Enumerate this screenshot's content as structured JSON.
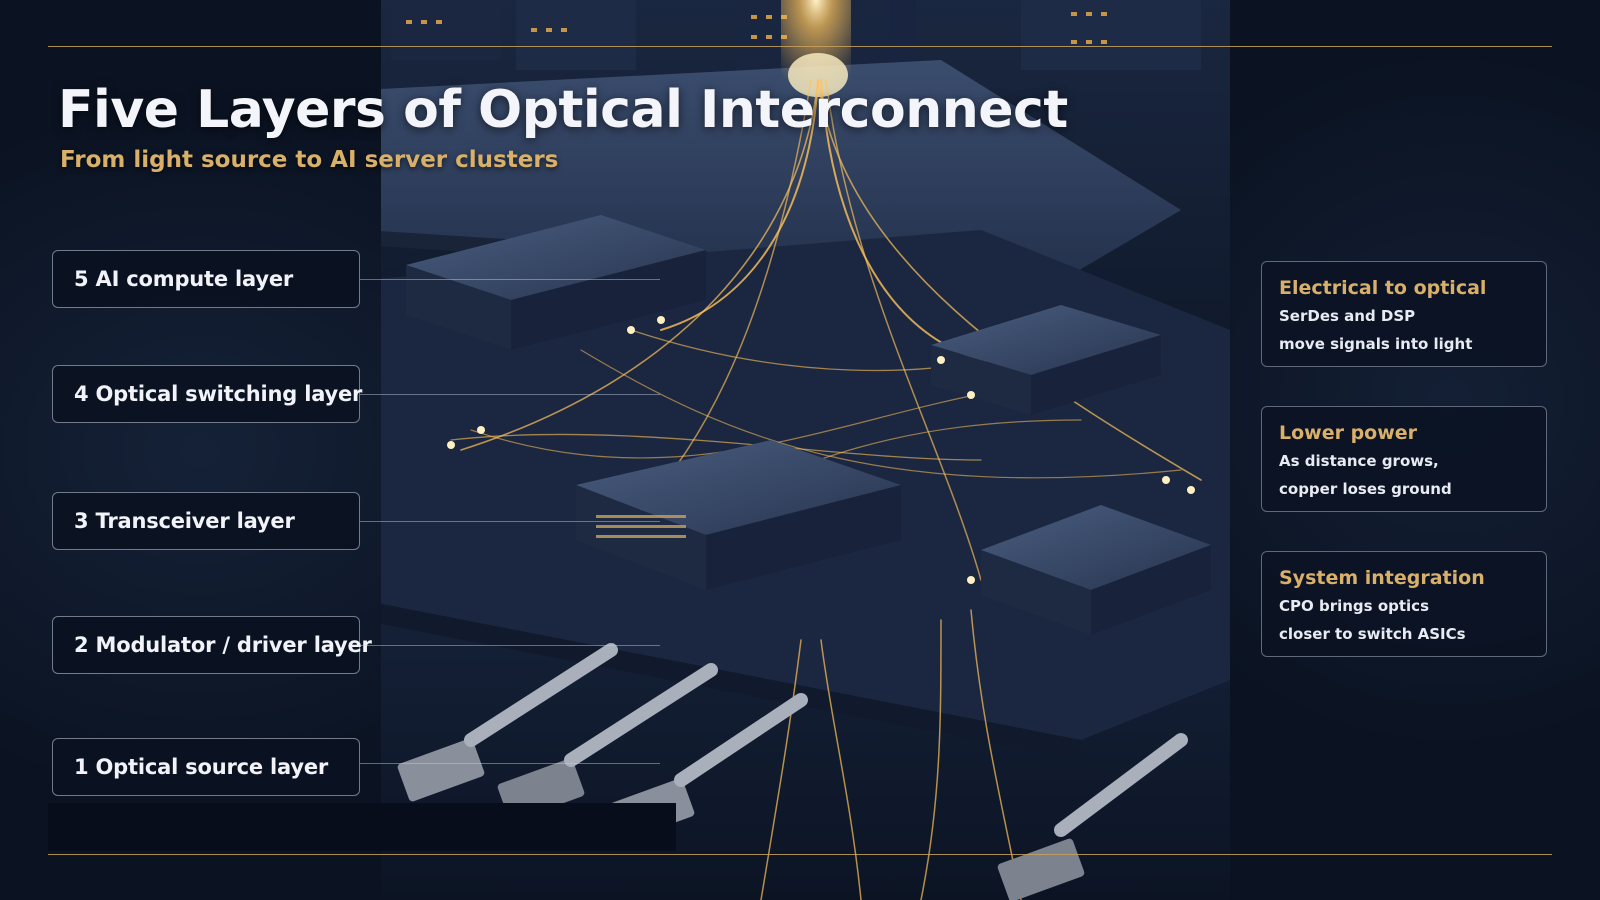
{
  "slide": {
    "title": "Five Layers of Optical Interconnect",
    "subtitle": "From light source to AI server clusters",
    "colors": {
      "background": "#0b1322",
      "accent": "#d9b06a",
      "text": "#f1f3f8",
      "fiber_glow": "#ffc35a"
    }
  },
  "layers": [
    {
      "label": "5 AI compute layer"
    },
    {
      "label": "4 Optical switching layer"
    },
    {
      "label": "3 Transceiver layer"
    },
    {
      "label": "2 Modulator / driver layer"
    },
    {
      "label": "1 Optical source layer"
    }
  ],
  "cards": [
    {
      "title": "Electrical to optical",
      "line1": "SerDes and DSP",
      "line2": "move signals into light"
    },
    {
      "title": "Lower power",
      "line1": "As distance grows,",
      "line2": "copper loses ground"
    },
    {
      "title": "System integration",
      "line1": "CPO brings optics",
      "line2": "closer to switch ASICs"
    }
  ]
}
